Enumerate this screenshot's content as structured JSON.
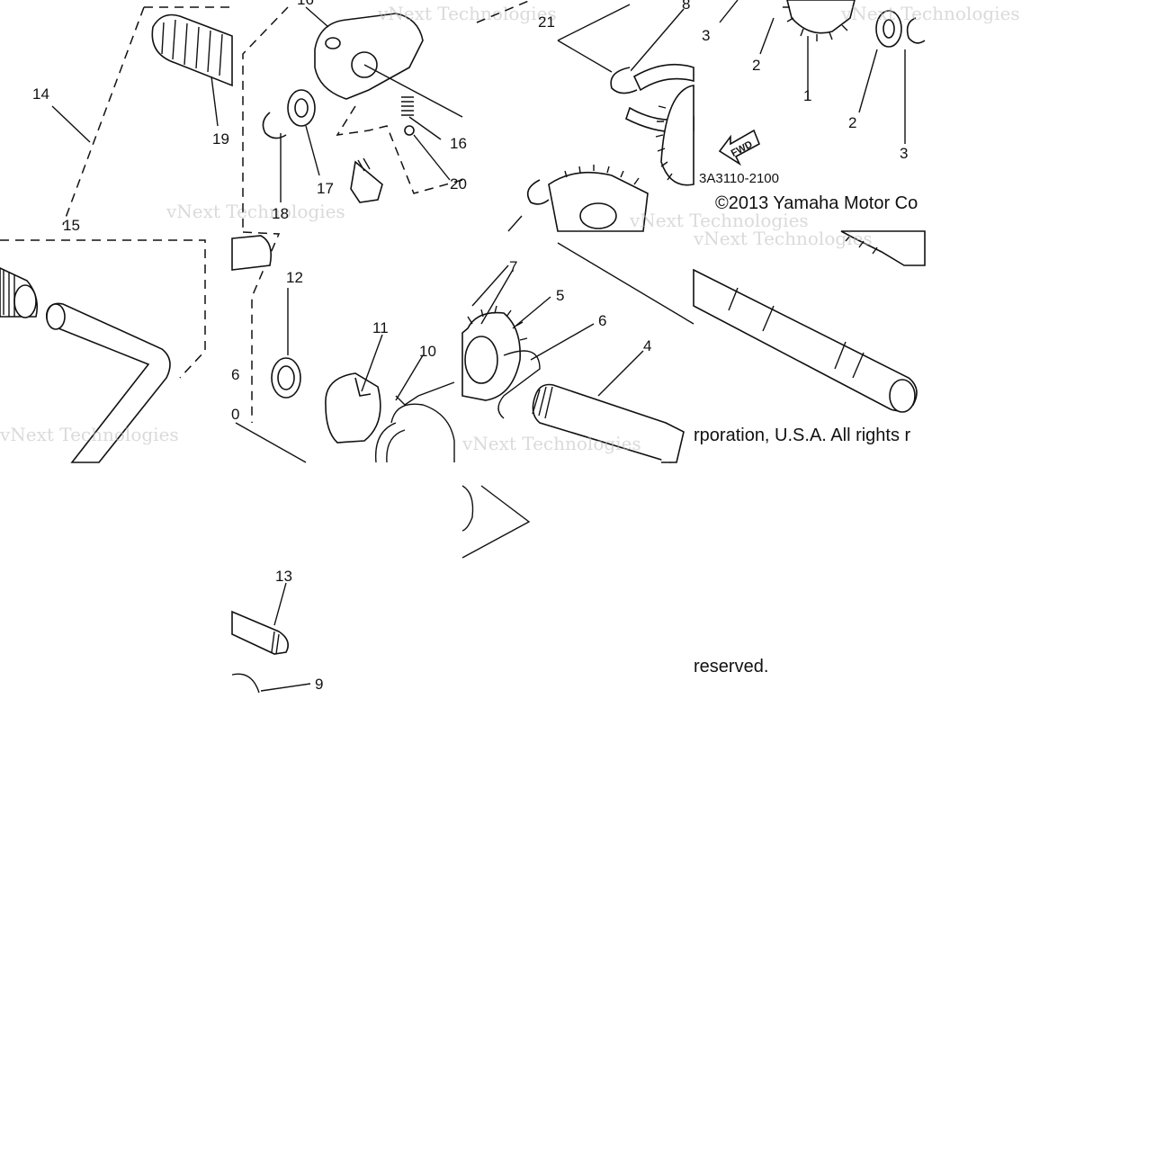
{
  "callouts": {
    "c1": "1",
    "c2a": "2",
    "c2b": "2",
    "c3a": "3",
    "c3b": "3",
    "c4": "4",
    "c5": "5",
    "c6a": "6",
    "c6b": "6",
    "c7": "7",
    "c8": "8",
    "c9": "9",
    "c10": "10",
    "c10b": "0",
    "c11": "11",
    "c12": "12",
    "c13": "13",
    "c14": "14",
    "c15": "15",
    "c16": "16",
    "c17": "17",
    "c18": "18",
    "c19": "19",
    "c20": "20",
    "c21": "21"
  },
  "fwd_arrow": "FWD",
  "drawing_code": "3A3110-2100",
  "copyright": {
    "line1_part1": "©2013 Yamaha Motor Co",
    "line1_part2": "rporation, U.S.A. All rights r",
    "line2": "reserved."
  },
  "watermark": "vNext Technologies"
}
